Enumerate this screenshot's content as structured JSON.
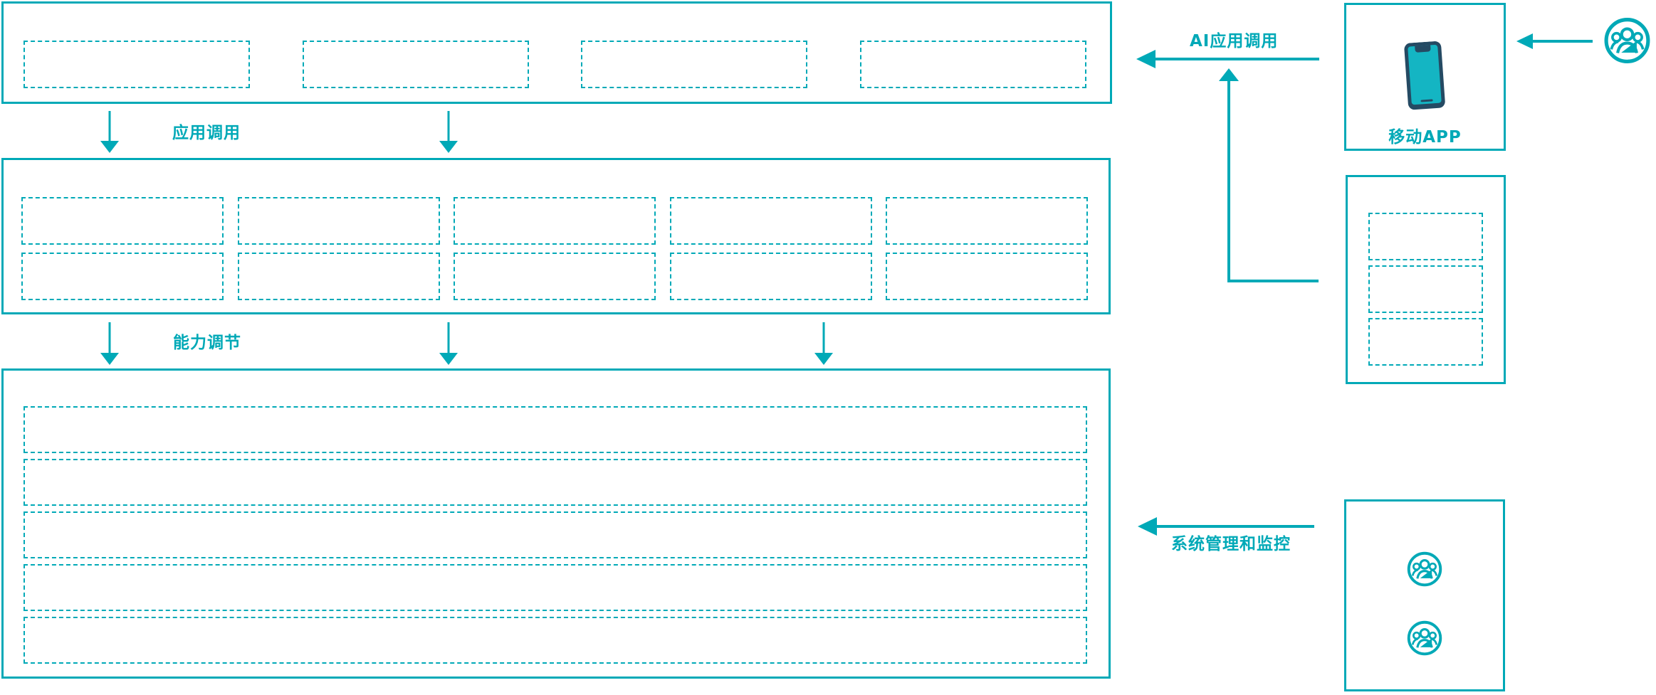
{
  "colors": {
    "teal": "#00a9b7",
    "navy": "#254a63"
  },
  "labels": {
    "app_call": "应用调用",
    "capability": "能力调节",
    "ai_call": "AI应用调用",
    "sys_mgmt": "系统管理和监控",
    "mobile_app": "移动APP"
  },
  "layers": {
    "top": {
      "placeholders": 4
    },
    "middle": {
      "rows": 2,
      "cols": 5
    },
    "bottom": {
      "rows": 5
    }
  },
  "right_panel": {
    "mobile_app_box": {
      "icon": "smartphone-icon"
    },
    "backend_box": {
      "placeholders": 3
    },
    "admin_box": {
      "user_group_icons": 2
    },
    "end_user": {
      "icon": "user-group-icon"
    }
  }
}
